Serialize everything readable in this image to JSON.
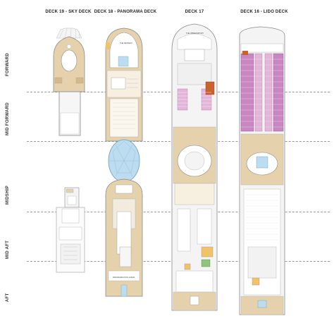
{
  "decks": [
    {
      "title": "DECK 19 - SKY DECK"
    },
    {
      "title": "DECK 18 - PANORAMA DECK"
    },
    {
      "title": "DECK 17"
    },
    {
      "title": "DECK 16 - LIDO DECK"
    }
  ],
  "zones": [
    "FORWARD",
    "MID FORWARD",
    "MIDSHIP",
    "MID AFT",
    "AFT"
  ],
  "colors": {
    "deck_wood": "#e5d2ac",
    "deck_wood_dark": "#d4b98a",
    "pool_blue": "#bcdcf0",
    "cabin_purple": "#c987c2",
    "cabin_pink": "#e3b5d8",
    "outline": "#8a8a8a",
    "accent_orange": "#c9622f",
    "accent_yellow": "#f0c36a",
    "accent_green": "#8fc47a"
  }
}
